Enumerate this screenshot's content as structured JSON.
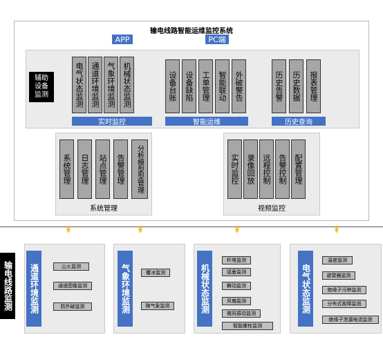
{
  "title": "输电线路智能运维监控系统",
  "top_buttons": {
    "app": "APP",
    "pc": "PC端"
  },
  "left_top_label": "辅助设备监测",
  "realtime": {
    "items": [
      "电气状态监测",
      "通道环境监测",
      "气象环境监测",
      "机械状态监测"
    ],
    "label": "实时监控"
  },
  "smart_ops": {
    "items": [
      "设备台账",
      "设备缺陷",
      "工单管理",
      "智能联动",
      "外破警告"
    ],
    "label": "智能运维"
  },
  "history": {
    "items": [
      "历史告警",
      "历史数据",
      "报表管理"
    ],
    "label": "历史查询"
  },
  "system_mgmt": {
    "items": [
      "系统管理",
      "日志管理",
      "站点管理",
      "告警管理",
      "分析模型型管理"
    ],
    "label": "系统管理"
  },
  "video_mon": {
    "items": [
      "实时监控",
      "录像回放",
      "远程控制",
      "告警控制",
      "配置管理"
    ],
    "label": "视频监控"
  },
  "left_bottom_label": "输电线路监测",
  "bottom_panels": [
    {
      "title": "通道环境监测",
      "items": [
        "山火监测",
        "通道图像监测",
        "防外破监测"
      ]
    },
    {
      "title": "气象环境监测",
      "items": [
        "覆冰监测",
        "微气象监测"
      ]
    },
    {
      "title": "机械状态监测",
      "items": [
        "杆塔监测",
        "弧垂监测",
        "舞动监测",
        "风偏监测",
        "微风振动监测",
        "智能螺栓监测"
      ]
    },
    {
      "title": "电气状态监测",
      "items": [
        "温度监测",
        "避雷器监测",
        "绝缘子污秽监测",
        "分布式故障监测",
        "绝缘子泄漏电流监测"
      ]
    }
  ],
  "arrow_glyph": "⇞",
  "colors": {
    "blue": "#4472c4",
    "box_grey": "#a6a6a6",
    "panel_grey": "#ebebeb",
    "arrow": "#f2a000"
  }
}
